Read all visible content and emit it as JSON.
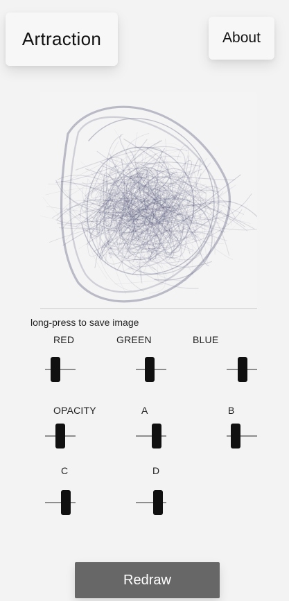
{
  "app": {
    "title": "Artraction",
    "about_label": "About"
  },
  "canvas": {
    "hint": "long-press to save image",
    "ink_color": "#4d4f73"
  },
  "controls": {
    "red": {
      "label": "RED",
      "level": 0.35
    },
    "green": {
      "label": "GREEN",
      "level": 0.45
    },
    "blue": {
      "label": "BLUE",
      "level": 0.52
    },
    "opacity": {
      "label": "OPACITY",
      "level": 0.5
    },
    "a": {
      "label": "A",
      "level": 0.68
    },
    "b": {
      "label": "B",
      "level": 0.3
    },
    "c": {
      "label": "C",
      "level": 0.68
    },
    "d": {
      "label": "D",
      "level": 0.73
    }
  },
  "actions": {
    "redraw_label": "Redraw"
  }
}
